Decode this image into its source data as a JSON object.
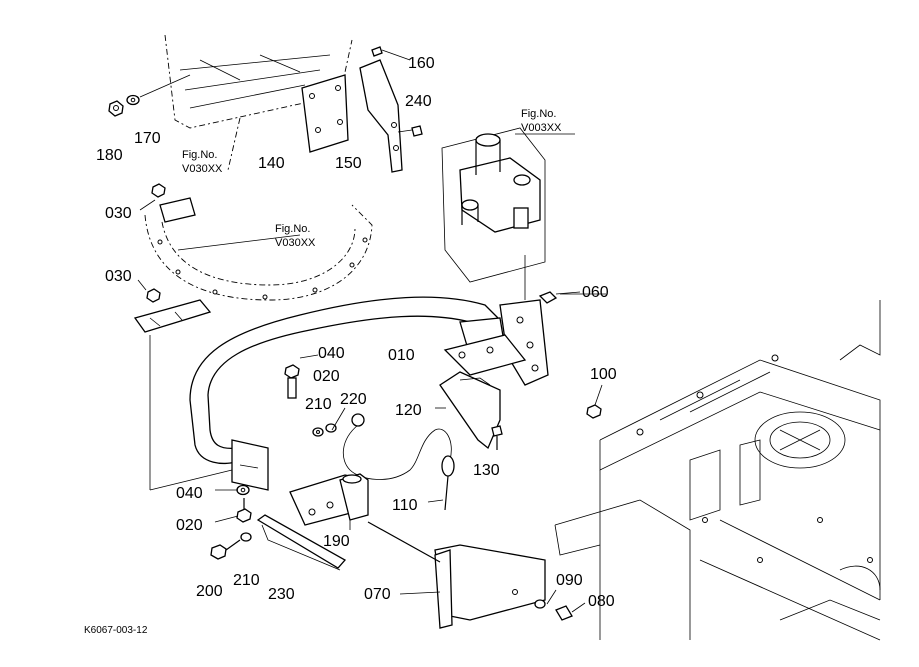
{
  "callouts": [
    {
      "id": "c160",
      "text": "160"
    },
    {
      "id": "c240",
      "text": "240"
    },
    {
      "id": "c180",
      "text": "180"
    },
    {
      "id": "c170",
      "text": "170"
    },
    {
      "id": "c140",
      "text": "140"
    },
    {
      "id": "c150",
      "text": "150"
    },
    {
      "id": "c030a",
      "text": "030"
    },
    {
      "id": "c030b",
      "text": "030"
    },
    {
      "id": "c060",
      "text": "060"
    },
    {
      "id": "c010",
      "text": "010"
    },
    {
      "id": "c040a",
      "text": "040"
    },
    {
      "id": "c020a",
      "text": "020"
    },
    {
      "id": "c220",
      "text": "220"
    },
    {
      "id": "c210a",
      "text": "210"
    },
    {
      "id": "c120",
      "text": "120"
    },
    {
      "id": "c100",
      "text": "100"
    },
    {
      "id": "c130",
      "text": "130"
    },
    {
      "id": "c110",
      "text": "110"
    },
    {
      "id": "c040b",
      "text": "040"
    },
    {
      "id": "c020b",
      "text": "020"
    },
    {
      "id": "c190",
      "text": "190"
    },
    {
      "id": "c200",
      "text": "200"
    },
    {
      "id": "c210b",
      "text": "210"
    },
    {
      "id": "c230",
      "text": "230"
    },
    {
      "id": "c070",
      "text": "070"
    },
    {
      "id": "c090",
      "text": "090"
    },
    {
      "id": "c080",
      "text": "080"
    }
  ],
  "figure_refs": {
    "top": {
      "line1": "Fig.No.",
      "line2": "V030XX"
    },
    "mid": {
      "line1": "Fig.No.",
      "line2": "V030XX"
    },
    "right": {
      "line1": "Fig.No.",
      "line2": "V003XX"
    }
  },
  "drawing_code": "K6067-003-12"
}
